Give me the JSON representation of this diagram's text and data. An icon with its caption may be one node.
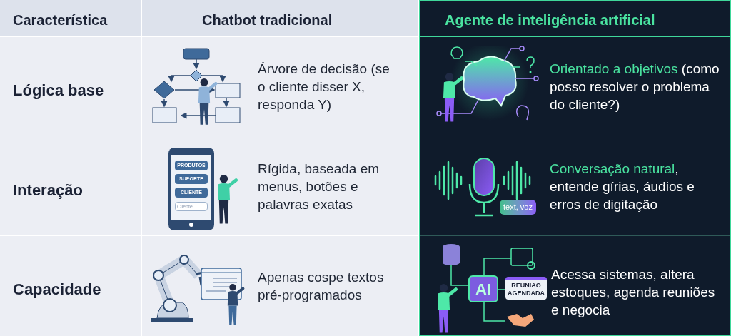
{
  "diagram": {
    "labels": [
      "Característica",
      "Chatbot tradicional",
      "Agente de inteligência artificial",
      "Lógica base",
      "Árvore de decisão (se o cliente disser X, responda Y)",
      "**Orientado a objetivos** (como posso resolver o problema do cliente?)",
      "Interação",
      "PRODUTOS",
      "SUPORTE",
      "CLIENTE",
      "Cliente..",
      "Rígida, baseada em menus, botões e palavras exatas",
      "text, voz",
      "**Conversação natural**, entende gírias, áudios e erros de digitação",
      "Capacidade",
      "Apenas cospe textos pré-programados",
      "AI",
      "REUNIÃO AGENDADA",
      "Acessa sistemas, altera estoques, agenda reuniões e negocia"
    ]
  }
}
